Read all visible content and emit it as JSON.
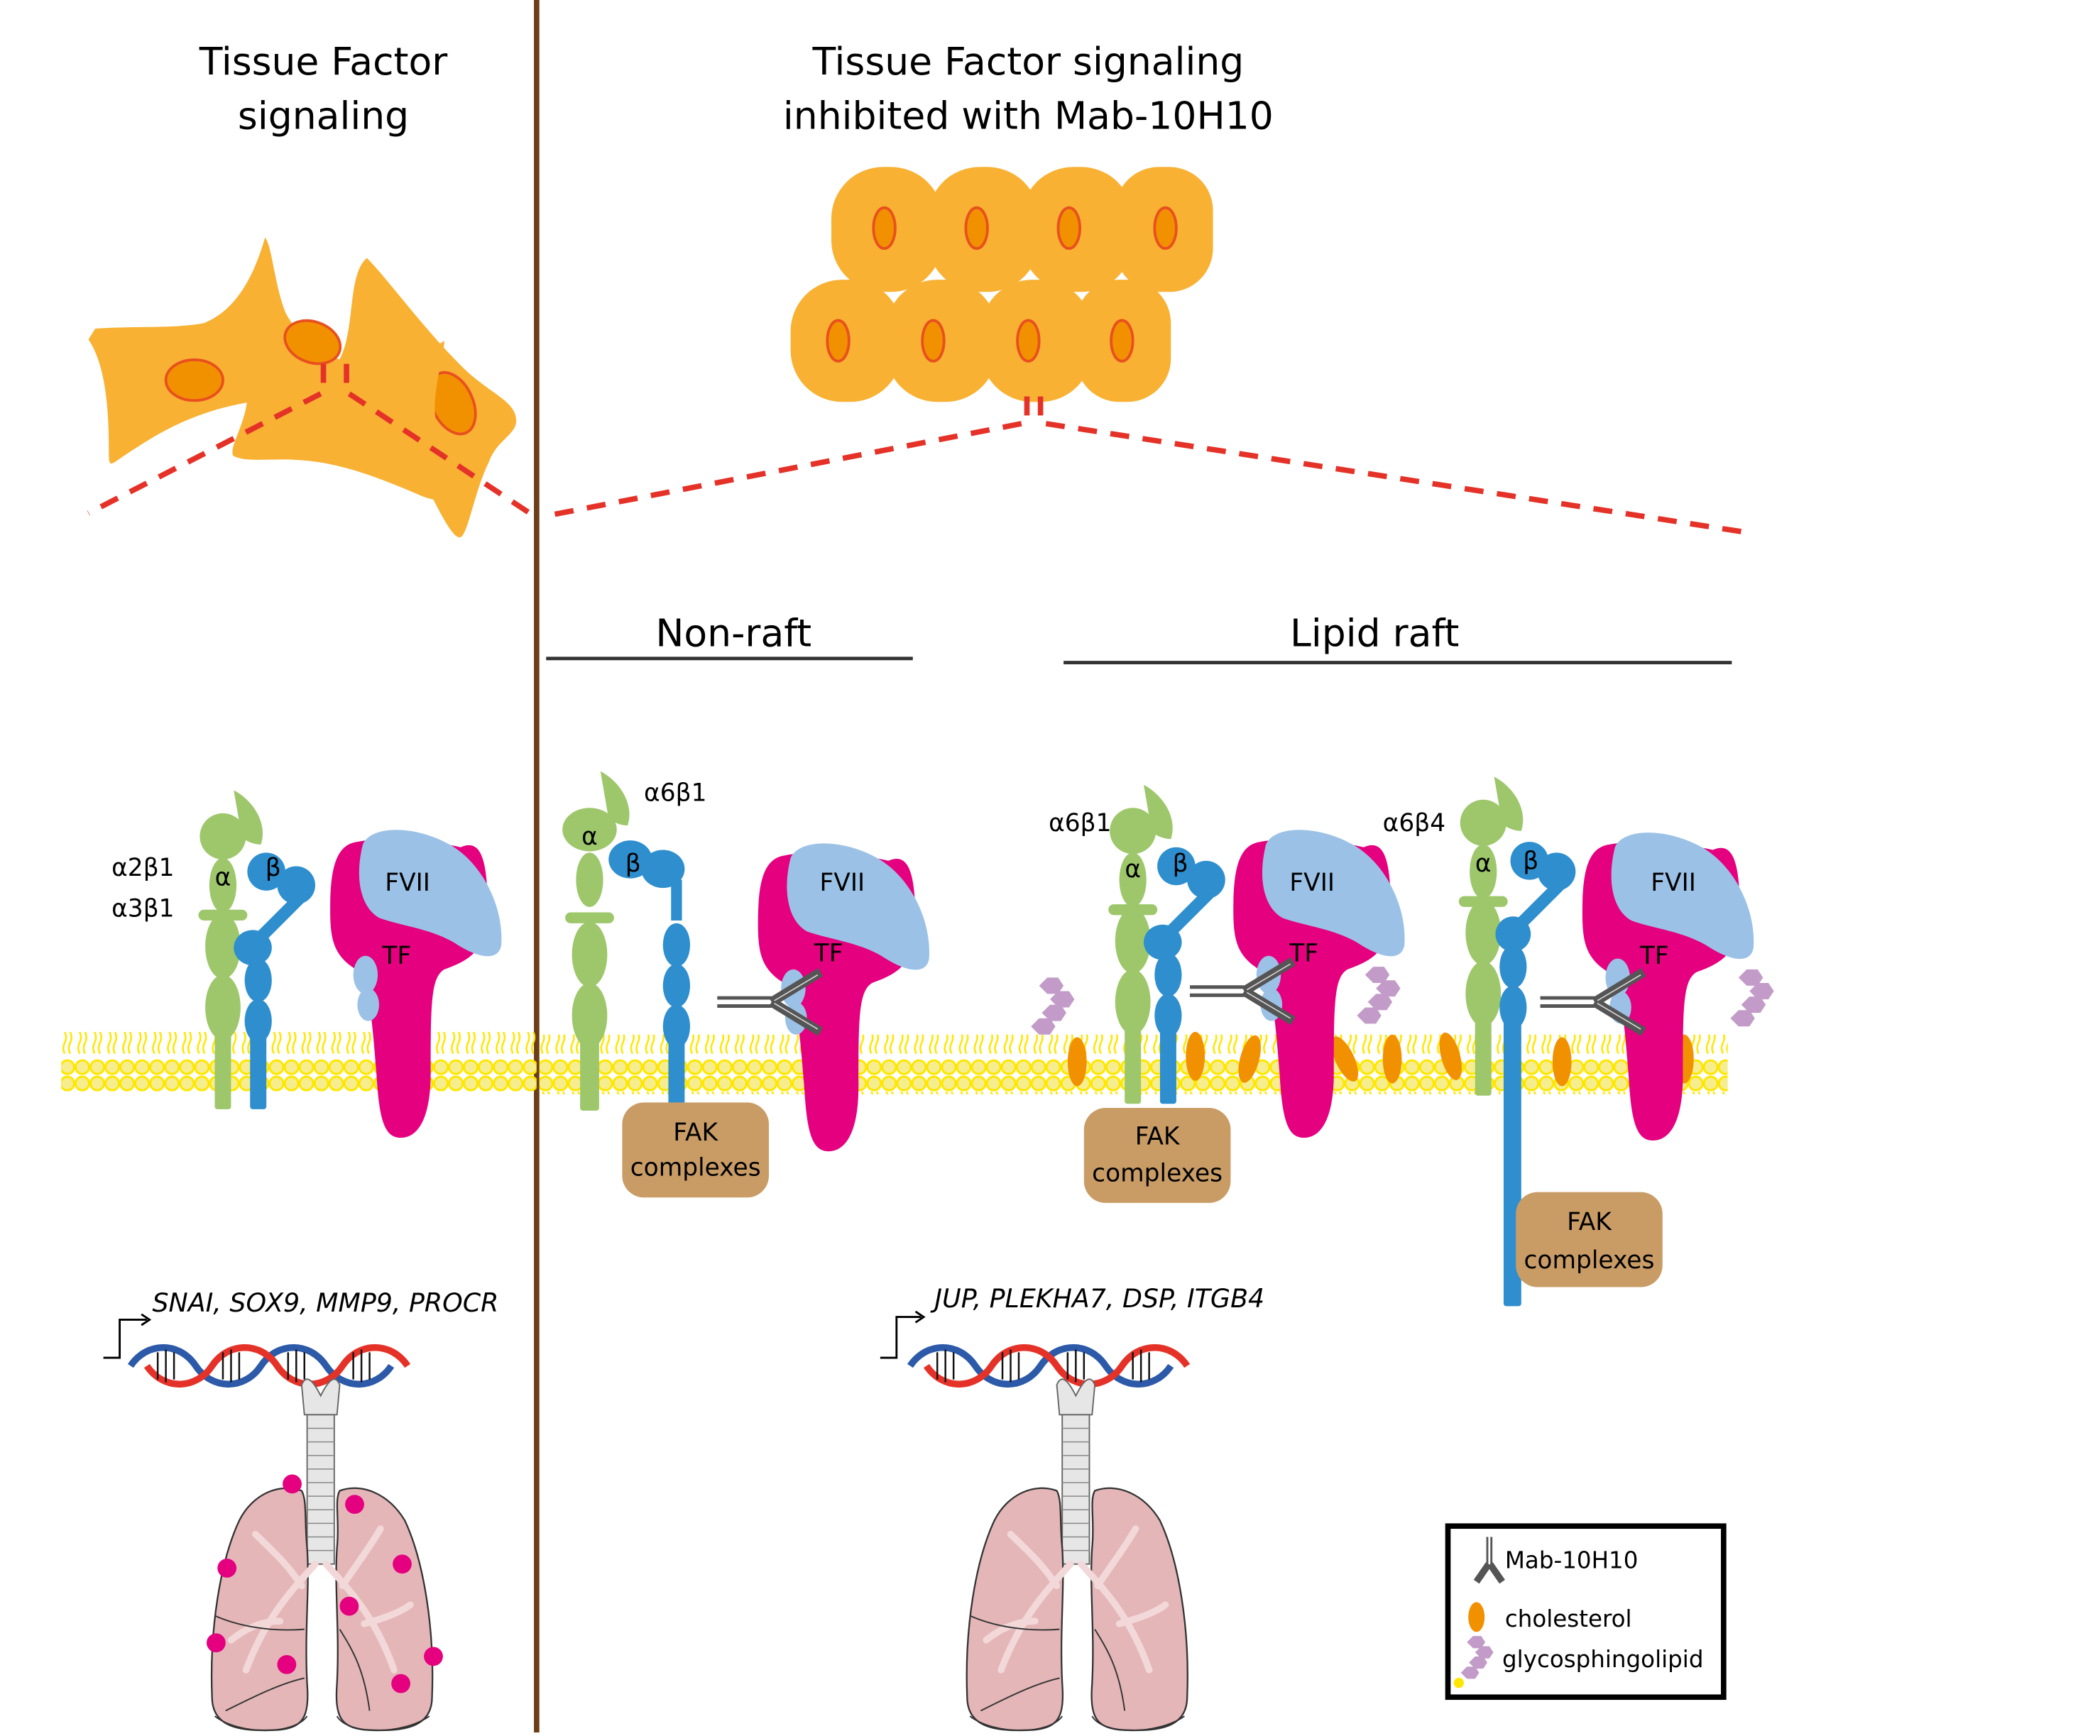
{
  "panels": {
    "left": {
      "title_line1": "Tissue Factor",
      "title_line2": "signaling",
      "integrin_labels": [
        "α2β1",
        "α3β1"
      ],
      "alpha": "α",
      "beta": "β",
      "fvii": "FVII",
      "tf": "TF",
      "genes": "SNAI, SOX9, MMP9, PROCR",
      "lung_state": "metastatic nodules"
    },
    "right": {
      "title_line1": "Tissue Factor signaling",
      "title_line2": "inhibited with Mab-10H10",
      "nonraft": {
        "heading": "Non-raft",
        "integrin_label": "α6β1",
        "alpha": "α",
        "beta": "β",
        "fvii": "FVII",
        "tf": "TF",
        "fak_line1": "FAK",
        "fak_line2": "complexes"
      },
      "raft": {
        "heading": "Lipid raft",
        "complex1": {
          "integrin_label": "α6β1",
          "alpha": "α",
          "beta": "β",
          "fvii": "FVII",
          "tf": "TF",
          "fak_line1": "FAK",
          "fak_line2": "complexes"
        },
        "complex2": {
          "integrin_label": "α6β4",
          "alpha": "α",
          "beta": "β",
          "fvii": "FVII",
          "tf": "TF",
          "fak_line1": "FAK",
          "fak_line2": "complexes"
        }
      },
      "genes": "JUP, PLEKHA7, DSP, ITGB4",
      "lung_state": "healthy"
    }
  },
  "legend": {
    "items": [
      {
        "icon": "antibody-icon",
        "label": "Mab-10H10"
      },
      {
        "icon": "cholesterol-icon",
        "label": "cholesterol"
      },
      {
        "icon": "glycosphingolipid-icon",
        "label": "glycosphingolipid"
      }
    ]
  },
  "colors": {
    "cell": "#F8B133",
    "nucleus": "#F29100",
    "nucleus_border": "#E8501F",
    "zoom_line": "#E53228",
    "divider": "#6B3E17",
    "alpha_subunit": "#9DC76A",
    "beta_subunit": "#2E8ECE",
    "fvii": "#9BC2E6",
    "tf": "#E4007F",
    "membrane": "#F6EE8E",
    "membrane_border": "#FFE600",
    "fak": "#C99C66",
    "antibody": "#555555",
    "cholesterol": "#F29100",
    "glycosphingolipid": "#C39BC8",
    "lung": "#E4B6B8",
    "nodule": "#E4007F"
  }
}
